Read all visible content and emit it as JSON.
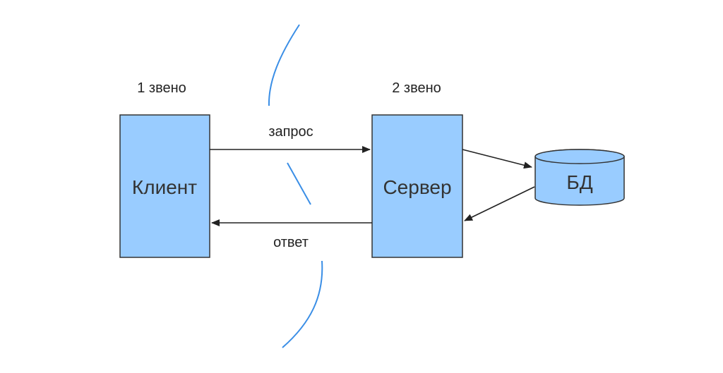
{
  "tiers": {
    "tier1_label": "1 звено",
    "tier2_label": "2 звено"
  },
  "nodes": {
    "client_label": "Клиент",
    "server_label": "Сервер",
    "db_label": "БД"
  },
  "edges": {
    "request_label": "запрос",
    "response_label": "ответ"
  },
  "colors": {
    "box_fill": "#99ccff",
    "boundary_line": "#3a8ee6",
    "arrows": "#222222"
  }
}
